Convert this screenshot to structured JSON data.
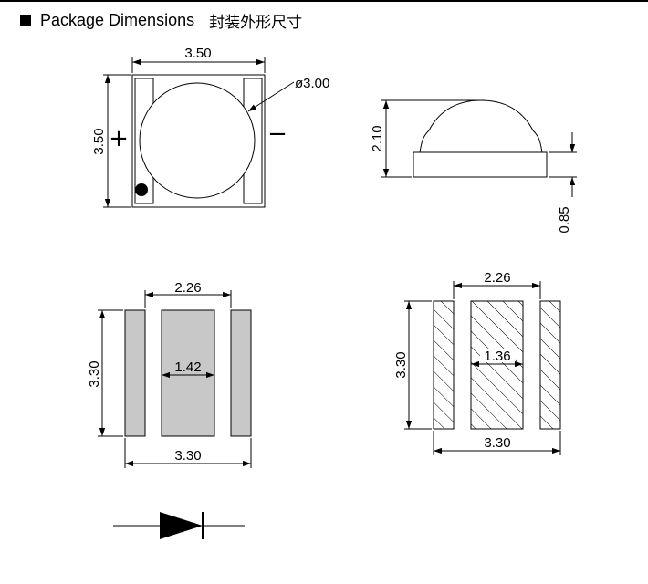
{
  "header": {
    "title": "Package Dimensions",
    "title_cn": "封装外形尺寸"
  },
  "top_view": {
    "width": "3.50",
    "height": "3.50",
    "lens_diameter": "ø3.00",
    "plus": "+",
    "minus": "−"
  },
  "side_view": {
    "height": "2.10",
    "base_height": "0.85"
  },
  "bottom_view": {
    "pad_span": "2.26",
    "center_pad_width": "1.42",
    "height": "3.30",
    "width": "3.30"
  },
  "footprint_view": {
    "pad_span": "2.26",
    "center_pad_width": "1.36",
    "height": "3.30",
    "width": "3.30"
  },
  "colors": {
    "pad_fill": "#c8c8c8",
    "line": "#000000"
  }
}
